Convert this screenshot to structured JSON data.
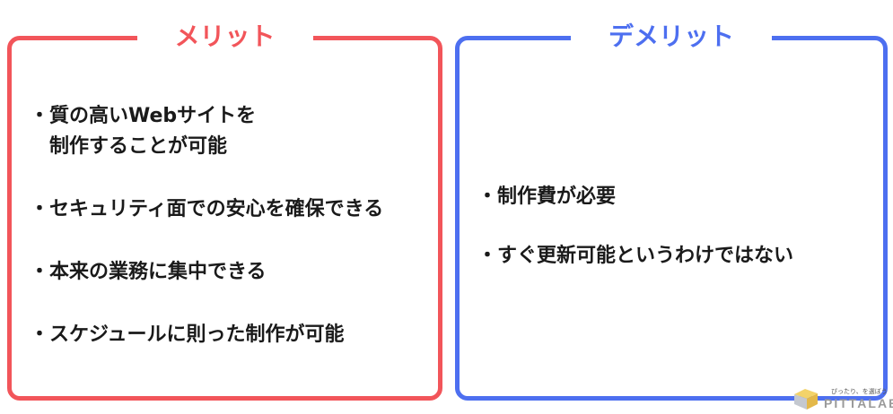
{
  "merit": {
    "title": "メリット",
    "items": [
      "質の高いWebサイトを\n制作することが可能",
      "セキュリティ面での安心を確保できる",
      "本来の業務に集中できる",
      "スケジュールに則った制作が可能"
    ]
  },
  "demerit": {
    "title": "デメリット",
    "items": [
      "制作費が必要",
      "すぐ更新可能というわけではない"
    ]
  },
  "bullet": "・",
  "logo": {
    "tagline": "ぴったり、を選ぼう",
    "name": "PITTALAB",
    "icon": "pittalab-logo-icon"
  },
  "colors": {
    "merit_accent": "#f2555a",
    "demerit_accent": "#4d6ff0",
    "logo_yellow": "#f3d36a",
    "logo_gray": "#c4c8cf"
  }
}
